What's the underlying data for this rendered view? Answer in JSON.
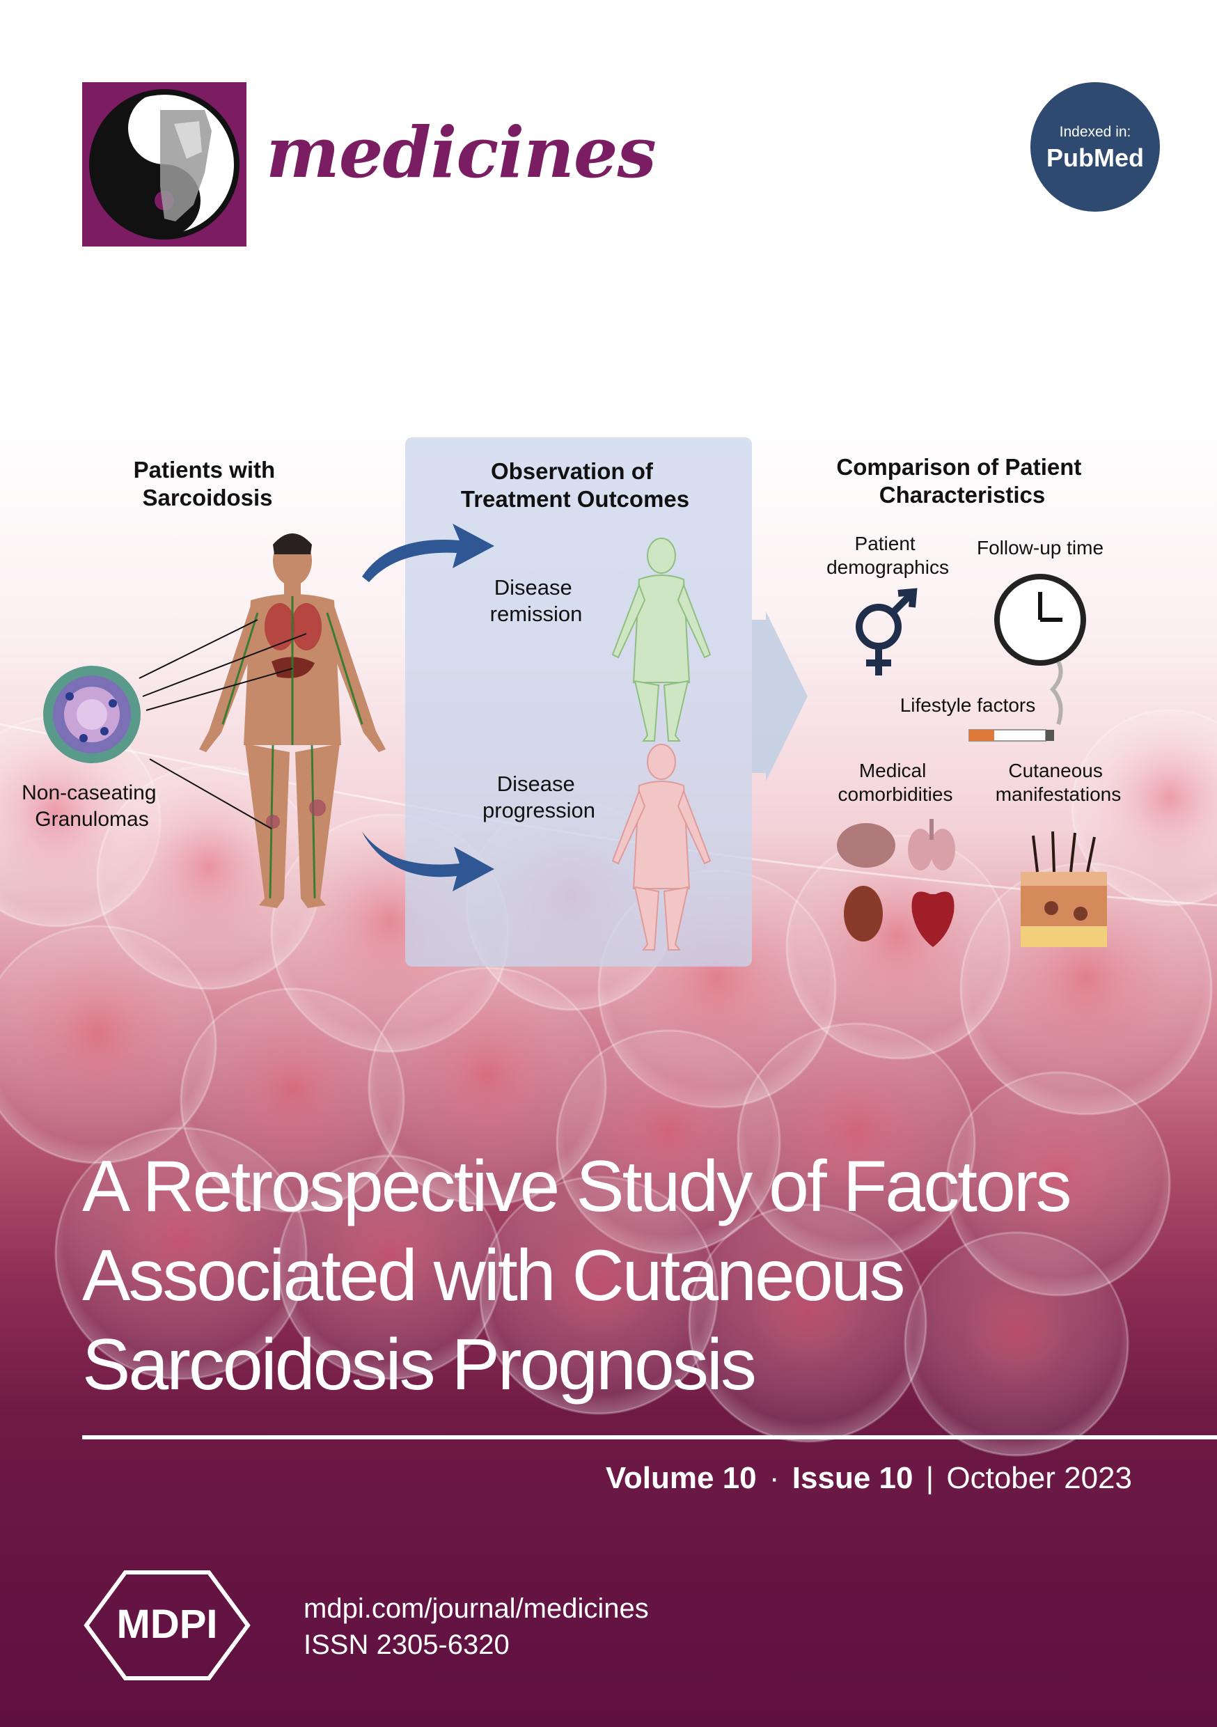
{
  "journal": {
    "name": "medicines",
    "indexed_label": "Indexed in:",
    "indexed_service": "PubMed"
  },
  "graphical_abstract": {
    "left_heading": [
      "Patients with",
      "Sarcoidosis"
    ],
    "granuloma_label": [
      "Non-caseating",
      "Granulomas"
    ],
    "middle_heading": [
      "Observation of",
      "Treatment Outcomes"
    ],
    "remission_label": [
      "Disease",
      "remission"
    ],
    "progression_label": [
      "Disease",
      "progression"
    ],
    "right_heading": [
      "Comparison of Patient",
      "Characteristics"
    ],
    "demographics_label": [
      "Patient",
      "demographics"
    ],
    "followup_label": "Follow-up time",
    "lifestyle_label": "Lifestyle factors",
    "comorbidities_label": [
      "Medical",
      "comorbidities"
    ],
    "cutaneous_label": [
      "Cutaneous",
      "manifestations"
    ]
  },
  "article": {
    "title_lines": [
      "A Retrospective Study of Factors",
      "Associated with Cutaneous",
      "Sarcoidosis Prognosis"
    ]
  },
  "issue": {
    "volume": "Volume 10",
    "dot": "·",
    "issue": "Issue 10",
    "divider": "|",
    "date": "October 2023"
  },
  "publisher": {
    "logo_text": "MDPI",
    "url": "mdpi.com/journal/medicines",
    "issn": "ISSN 2305-6320"
  },
  "colors": {
    "brand_purple": "#7a1d62",
    "pubmed_blue": "#2e4a70",
    "footer_maroon": "#5e1040"
  }
}
